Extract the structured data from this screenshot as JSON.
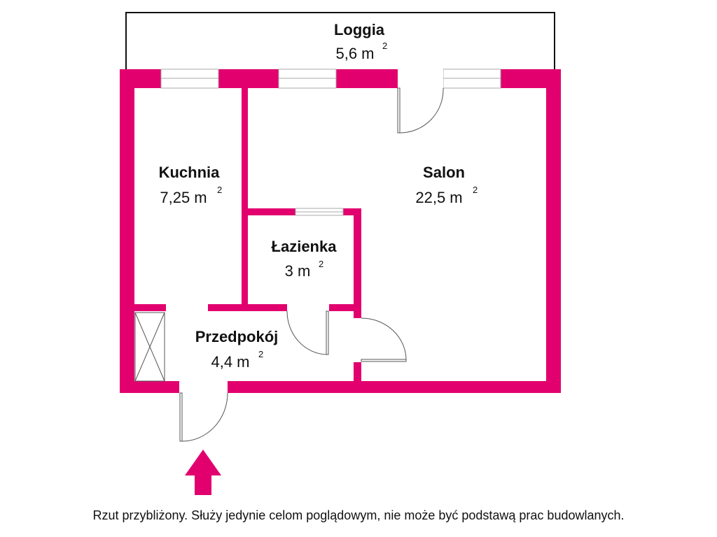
{
  "rooms": [
    {
      "name": "Loggia",
      "area": "5,6 m",
      "unit_sup": "2"
    },
    {
      "name": "Kuchnia",
      "area": "7,25 m",
      "unit_sup": "2"
    },
    {
      "name": "Salon",
      "area": "22,5 m",
      "unit_sup": "2"
    },
    {
      "name": "Łazienka",
      "area": "3 m",
      "unit_sup": "2"
    },
    {
      "name": "Przedpokój",
      "area": "4,4 m",
      "unit_sup": "2"
    }
  ],
  "footer_note": "Rzut przybliżony. Służy jedynie celom poglądowym, nie może być podstawą prac budowlanych.",
  "colors": {
    "wall": "#e2006f"
  },
  "icons": {
    "entrance": "entrance-arrow-icon"
  }
}
